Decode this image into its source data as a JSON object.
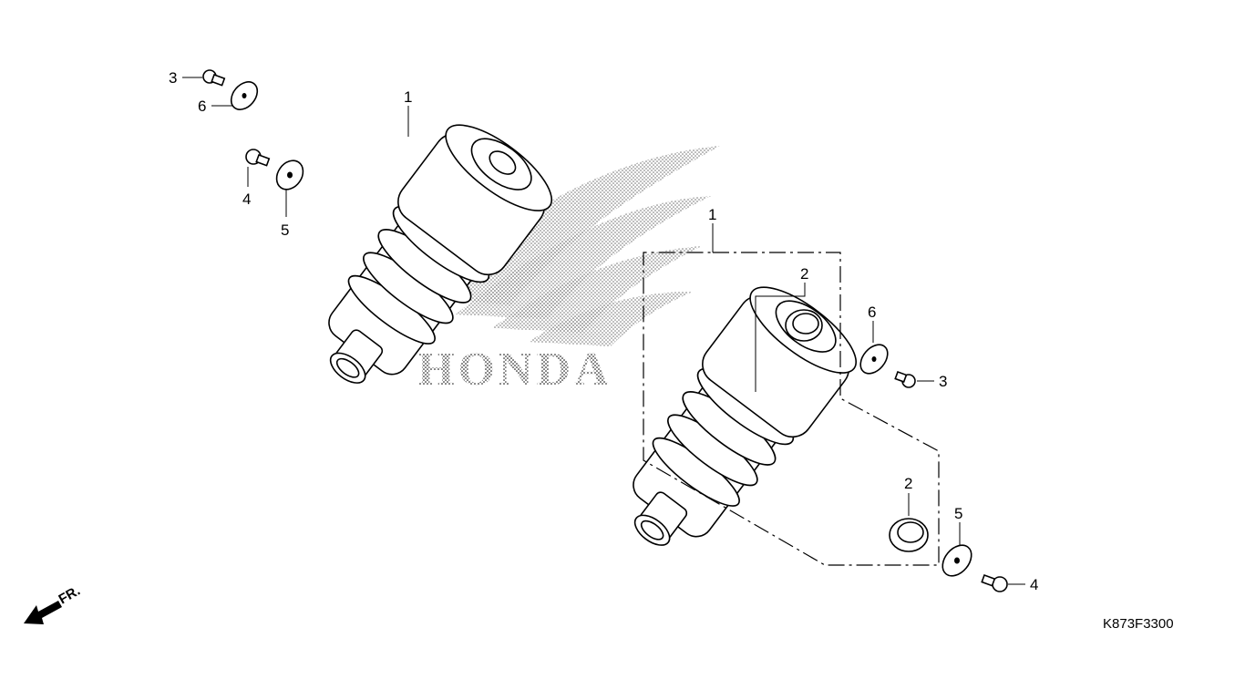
{
  "diagram": {
    "watermark": "HONDA",
    "diagram_code": "K873F3300",
    "front_indicator": "FR.",
    "callouts": [
      {
        "id": "c1a",
        "label": "1"
      },
      {
        "id": "c3a",
        "label": "3"
      },
      {
        "id": "c6a",
        "label": "6"
      },
      {
        "id": "c4a",
        "label": "4"
      },
      {
        "id": "c5a",
        "label": "5"
      },
      {
        "id": "c1b",
        "label": "1"
      },
      {
        "id": "c2a",
        "label": "2"
      },
      {
        "id": "c6b",
        "label": "6"
      },
      {
        "id": "c3b",
        "label": "3"
      },
      {
        "id": "c2b",
        "label": "2"
      },
      {
        "id": "c5b",
        "label": "5"
      },
      {
        "id": "c4b",
        "label": "4"
      }
    ]
  }
}
